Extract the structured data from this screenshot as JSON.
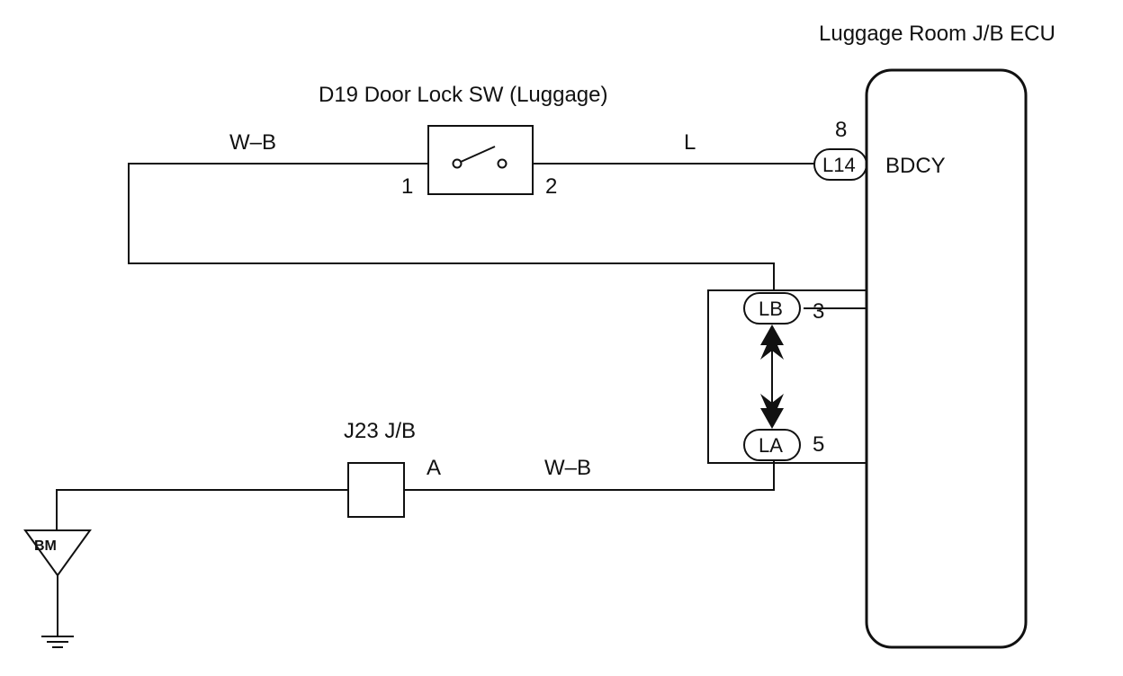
{
  "ecu": {
    "title": "Luggage Room J/B ECU",
    "terminal_label": "BDCY"
  },
  "switch": {
    "title": "D19 Door Lock SW (Luggage)",
    "pin_left": "1",
    "pin_right": "2"
  },
  "wires": {
    "top_left": "W–B",
    "top_right": "L",
    "bottom": "W–B"
  },
  "connectors": {
    "l14": {
      "label": "L14",
      "pin": "8"
    },
    "lb": {
      "label": "LB",
      "pin": "3"
    },
    "la": {
      "label": "LA",
      "pin": "5"
    }
  },
  "junction_block": {
    "title": "J23 J/B",
    "pin": "A"
  },
  "ground": {
    "label": "BM"
  },
  "colors": {
    "line": "#111111",
    "background": "#ffffff"
  }
}
